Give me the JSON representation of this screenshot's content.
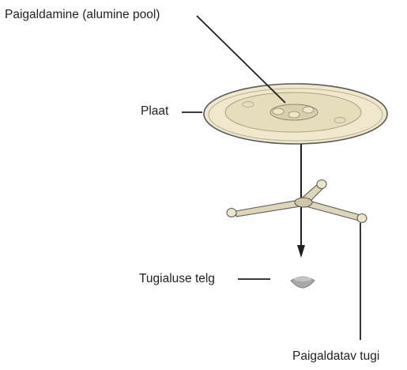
{
  "labels": {
    "installation": "Paigaldamine (alumine pool)",
    "plate": "Plaat",
    "axle": "Tugialuse telg",
    "support": "Paigaldatav tugi"
  },
  "colors": {
    "plate_fill": "#efe8cc",
    "plate_rim": "#5c5c5c",
    "plate_inner": "#e2d9b4",
    "support_fill": "#ddd6b8",
    "axle_fill": "#a8a8a8",
    "line": "#1f1f1f"
  }
}
